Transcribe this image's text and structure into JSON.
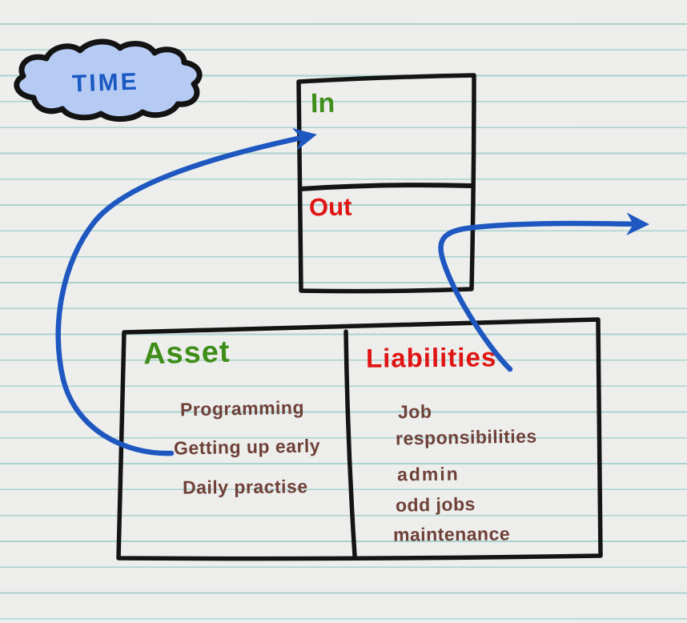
{
  "page": {
    "kind": "hand-drawn notebook diagram",
    "paper_color": "#edeeec",
    "rule_line_color": "#a6d1ce",
    "ink_color": "#141414"
  },
  "cloud": {
    "label": "TIME",
    "fill_color": "#b5cbf4",
    "text_color": "#1a58c2"
  },
  "flow_box": {
    "in_label": "In",
    "in_color": "#3f8e1a",
    "out_label": "Out",
    "out_color": "#df1514"
  },
  "ledger": {
    "asset": {
      "title": "Asset",
      "title_color": "#3f8e1a",
      "items": [
        "Programming",
        "Getting up early",
        "Daily practise"
      ]
    },
    "liabilities": {
      "title": "Liabilities",
      "title_color": "#df1514",
      "items": [
        "Job",
        "responsibilities",
        "admin",
        "odd jobs",
        "maintenance"
      ]
    }
  },
  "handwriting_color": "#6f4038",
  "arrows": [
    {
      "name": "from-getting-up-early-to-in",
      "color": "#1e57c0"
    },
    {
      "name": "from-liabilities-out-of-page",
      "color": "#1e57c0"
    }
  ]
}
